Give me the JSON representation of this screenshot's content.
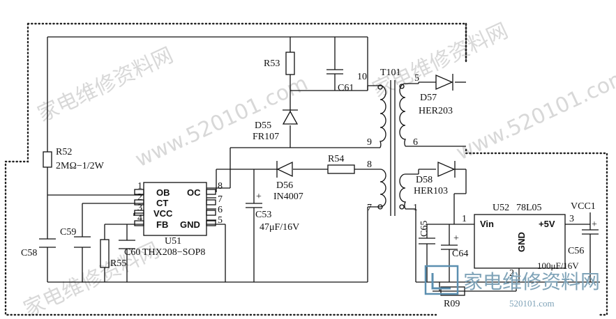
{
  "components": {
    "t101": "T101",
    "pin10": "10",
    "pin9": "9",
    "pin8": "8",
    "pin7": "7",
    "pin5": "5",
    "pin6": "6",
    "pin1": "1",
    "r53": "R53",
    "c61": "C61",
    "d55": "D55",
    "d55_type": "FR107",
    "r52": "R52",
    "r52_val": "2MΩ−1/2W",
    "r54": "R54",
    "d56": "D56",
    "d56_type": "IN4007",
    "c53": "C53",
    "c53_val": "47μF/16V",
    "d57": "D57",
    "d57_type": "HER203",
    "d58": "D58",
    "d58_type": "HER103",
    "c58": "C58",
    "c59": "C59",
    "c60": "C60",
    "r55": "R55",
    "u51": "U51",
    "u51_part": "THX208−SOP8",
    "u52": "U52",
    "u52_part": "78L05",
    "vcc1": "VCC1",
    "c65": "C65",
    "c64": "C64",
    "c56": "C56",
    "c56_val": "100μF/16V",
    "r09": "R09",
    "vin": "Vin",
    "plus5v": "+5V",
    "gnd": "GND",
    "u52_pin1": "1",
    "u52_pin3": "3",
    "u52_pin2": "2",
    "plus": "+"
  },
  "u51_pins_left": [
    {
      "num": "1",
      "name": "OB"
    },
    {
      "num": "2",
      "name": "CT"
    },
    {
      "num": "3",
      "name": "VCC"
    },
    {
      "num": "4",
      "name": "FB"
    }
  ],
  "u51_pins_right": [
    {
      "num": "8",
      "name": "OC"
    },
    {
      "num": "7",
      "name": ""
    },
    {
      "num": "6",
      "name": ""
    },
    {
      "num": "5",
      "name": "GND"
    }
  ],
  "watermarks": {
    "site_cn": "家电维修资料网",
    "site_url": "www.520101.com",
    "logo_cn": "家电维修资料网",
    "logo_url": "520101.com"
  }
}
